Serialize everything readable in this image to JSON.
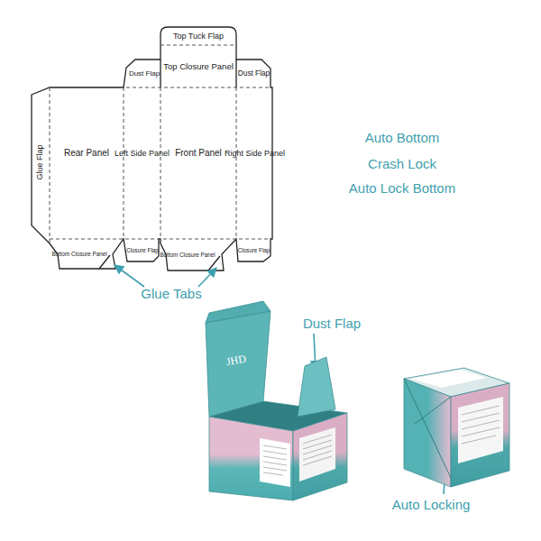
{
  "diagram": {
    "nodes": [
      {
        "text": [
          "Top Tuck Flap"
        ]
      },
      {
        "text": [
          "Dust Flap"
        ]
      },
      {
        "text": [
          "Top Closure Panel"
        ]
      },
      {
        "text": [
          "Dust Flap"
        ]
      },
      {
        "text": [
          "Glue Flap"
        ]
      },
      {
        "text": [
          "Rear Panel"
        ]
      },
      {
        "text": [
          "Left Side Panel"
        ]
      },
      {
        "text": [
          "Front Panel"
        ]
      },
      {
        "text": [
          "Right Side Panel"
        ]
      },
      {
        "text": [
          "Bottom Closure Panel"
        ]
      },
      {
        "text": [
          "Closure Flap"
        ]
      },
      {
        "text": [
          "Bottom Closure Panel"
        ]
      },
      {
        "text": [
          "Closure Flap"
        ]
      }
    ],
    "labels": [
      "Auto Bottom",
      "Crash Lock",
      "Auto Lock Bottom",
      "Glue Tabs",
      "Dust Flap",
      "Auto Locking",
      "JHD"
    ]
  }
}
